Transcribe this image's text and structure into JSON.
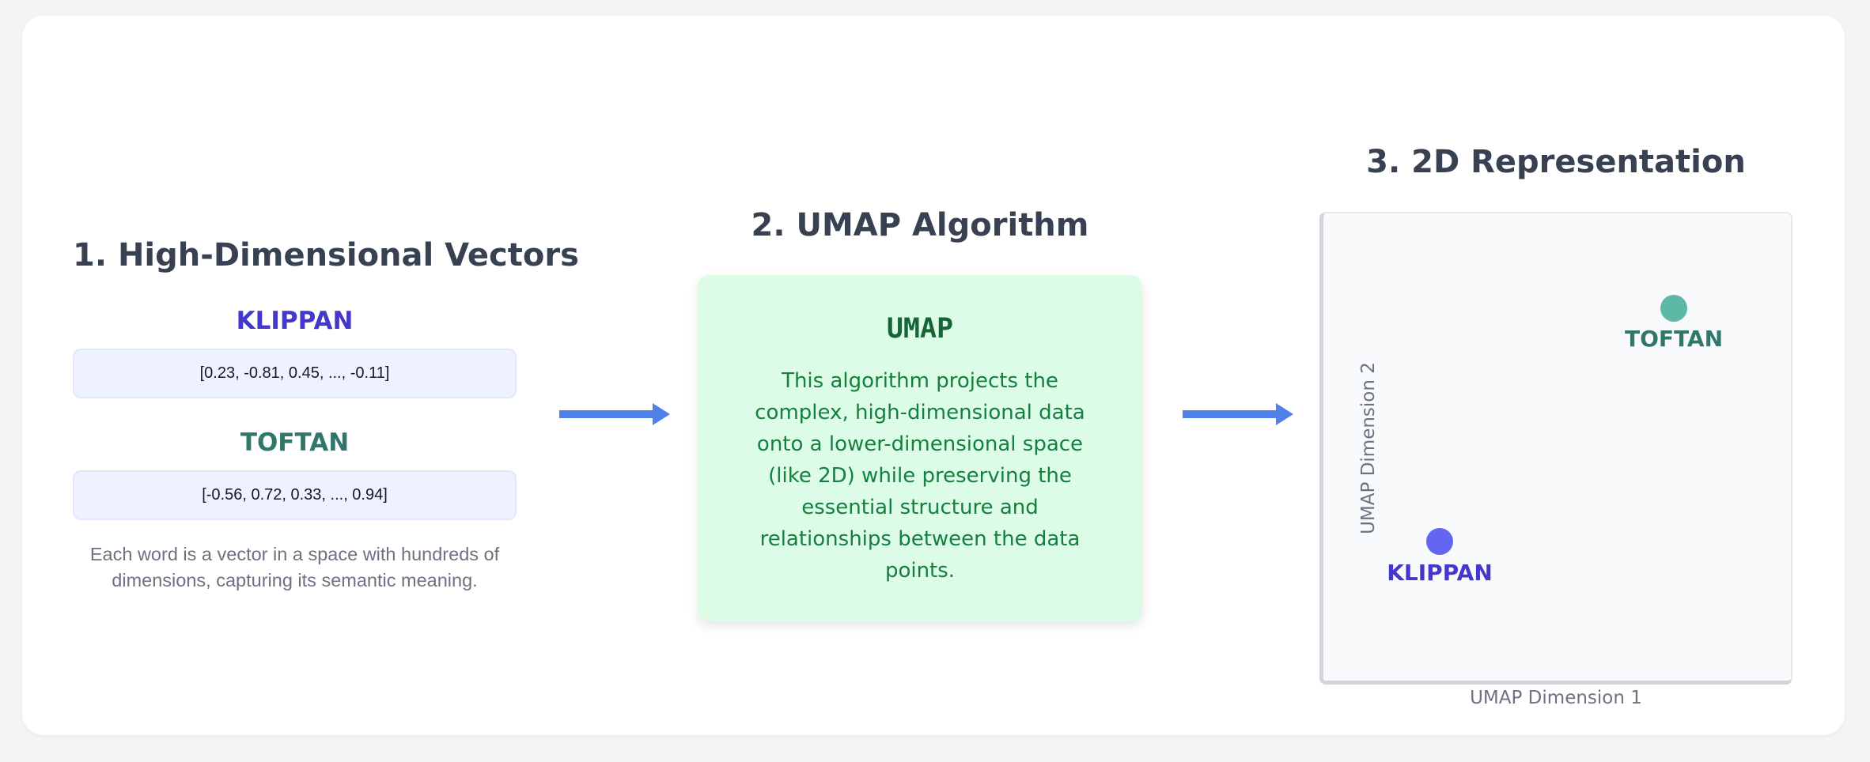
{
  "stage1": {
    "title": "1. High-Dimensional Vectors",
    "words": [
      {
        "label": "KLIPPAN",
        "vector": "[0.23, -0.81, 0.45, ..., -0.11]",
        "color": "#4338ca"
      },
      {
        "label": "TOFTAN",
        "vector": "[-0.56, 0.72, 0.33, ..., 0.94]",
        "color": "#2f766b"
      }
    ],
    "description": "Each word is a vector in a space with hundreds of dimensions, capturing its semantic meaning."
  },
  "stage2": {
    "title": "2. UMAP Algorithm",
    "heading": "UMAP",
    "description": "This algorithm projects the complex, high-dimensional data onto a lower-dimensional space (like 2D) while preserving the essential structure and relationships between the data points."
  },
  "stage3": {
    "title": "3. 2D Representation",
    "x_axis_label": "UMAP Dimension 1",
    "y_axis_label": "UMAP Dimension 2",
    "points": [
      {
        "label": "TOFTAN",
        "color": "#2f766b",
        "dot_color": "#5eb8a6"
      },
      {
        "label": "KLIPPAN",
        "color": "#4338ca",
        "dot_color": "#6366f1"
      }
    ]
  },
  "colors": {
    "arrow": "#4f7fe8",
    "title": "#374151"
  }
}
